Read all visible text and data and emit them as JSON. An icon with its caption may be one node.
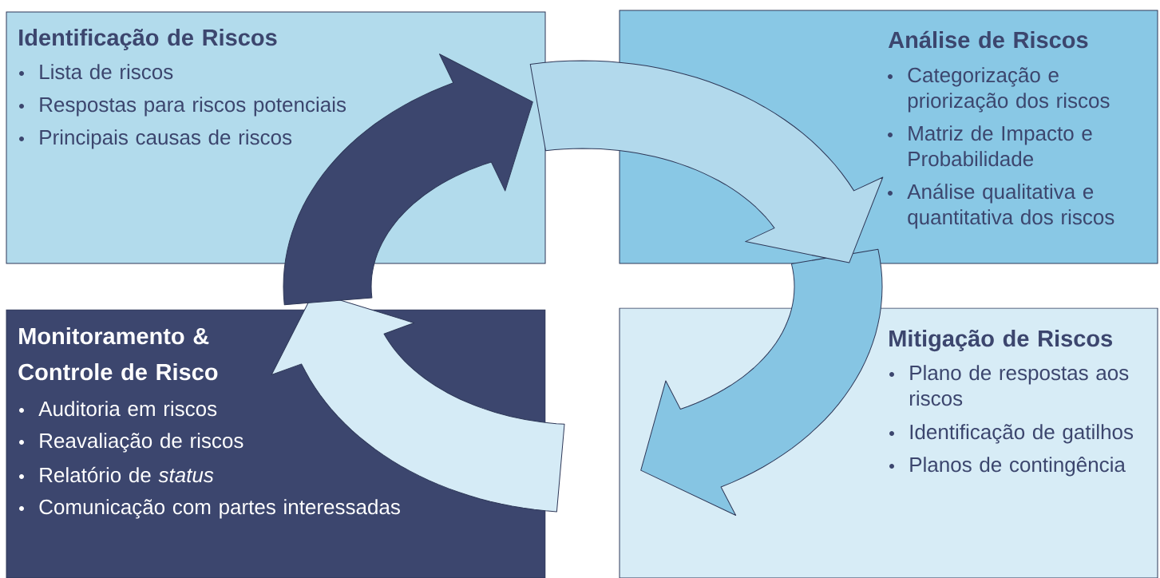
{
  "diagram": {
    "nodes": [
      {
        "text": [
          "Identificação de Riscos",
          "Lista de riscos",
          "Respostas para riscos potenciais",
          "Principais causas de riscos"
        ]
      },
      {
        "text": [
          "Análise de Riscos",
          "Categorização e priorização dos riscos",
          "Matriz de Impacto e Probabilidade",
          "Análise qualitativa e quantitativa dos riscos"
        ]
      },
      {
        "text": [
          "Monitoramento & Controle de Risco",
          "Auditoria em riscos",
          "Reavaliação de riscos",
          "Relatório de *status*",
          "Comunicação com partes interessadas"
        ]
      },
      {
        "text": [
          "Mitigação de Riscos",
          "Plano de respostas aos riscos",
          "Identificação de gatilhos",
          "Planos de contingência"
        ]
      }
    ],
    "edges": [
      {
        "from": 0,
        "to": 1,
        "arrow": "to",
        "color": "#b2d9ec"
      },
      {
        "from": 1,
        "to": 3,
        "arrow": "to",
        "color": "#86c5e3"
      },
      {
        "from": 3,
        "to": 2,
        "arrow": "to",
        "color": "#d5ebf6"
      },
      {
        "from": 2,
        "to": 0,
        "arrow": "to",
        "color": "#3c466e"
      }
    ]
  }
}
